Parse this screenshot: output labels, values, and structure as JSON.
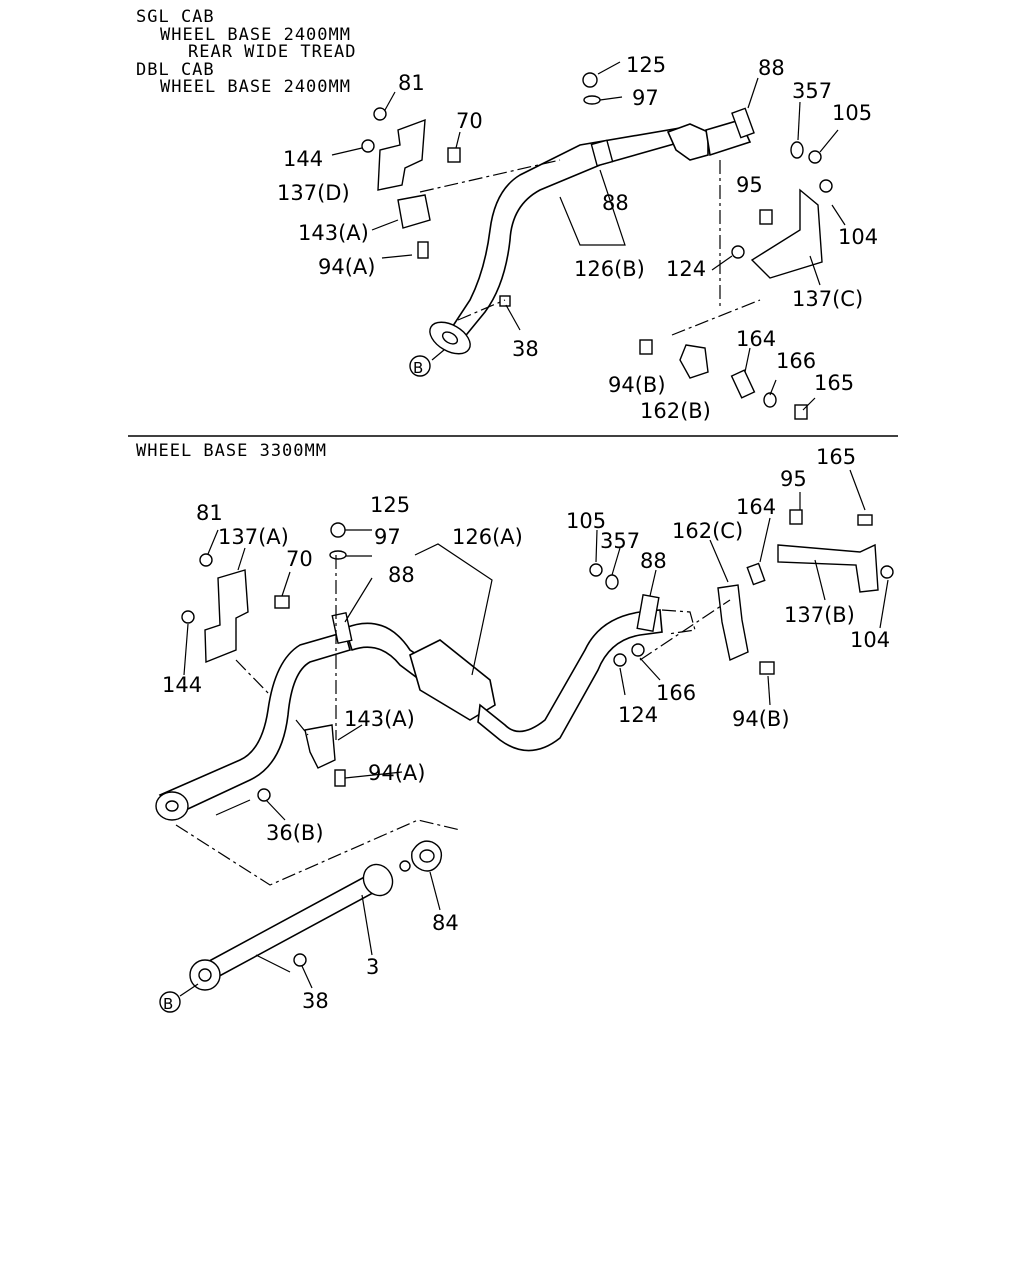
{
  "headers": {
    "h1": "SGL CAB",
    "h2": "WHEEL BASE 2400MM",
    "h3": "REAR WIDE TREAD",
    "h4": "DBL CAB",
    "h5": "WHEEL BASE 2400MM",
    "h6": "WHEEL BASE 3300MM"
  },
  "ref_marker": "B",
  "top_labels": {
    "p81": "81",
    "p70": "70",
    "p144": "144",
    "p137d": "137(D)",
    "p143a": "143(A)",
    "p94a": "94(A)",
    "p125": "125",
    "p97": "97",
    "p88a": "88",
    "p357": "357",
    "p105": "105",
    "p88b": "88",
    "p126b": "126(B)",
    "p95": "95",
    "p104": "104",
    "p124": "124",
    "p137c": "137(C)",
    "p38": "38",
    "p164": "164",
    "p166": "166",
    "p94b": "94(B)",
    "p162b": "162(B)",
    "p165": "165"
  },
  "bottom_labels": {
    "p81": "81",
    "p137a": "137(A)",
    "p70": "70",
    "p125": "125",
    "p97": "97",
    "p126a": "126(A)",
    "p105": "105",
    "p357": "357",
    "p88a": "88",
    "p162c": "162(C)",
    "p164": "164",
    "p165": "165",
    "p95": "95",
    "p88b": "88",
    "p144": "144",
    "p143a": "143(A)",
    "p94a": "94(A)",
    "p124": "124",
    "p166": "166",
    "p137b": "137(B)",
    "p104": "104",
    "p94b": "94(B)",
    "p36b": "36(B)",
    "p84": "84",
    "p3": "3",
    "p38": "38"
  }
}
